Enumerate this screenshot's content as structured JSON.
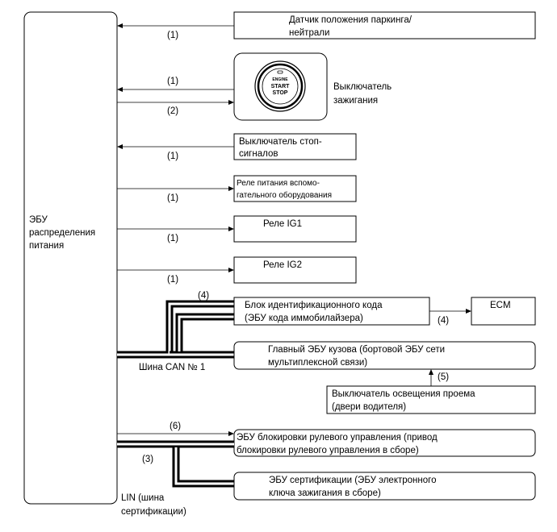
{
  "ecu_main": {
    "lines": [
      "ЭБУ",
      "распределения",
      "питания"
    ]
  },
  "park_sensor": {
    "lines": [
      "Датчик положения паркинга/",
      "нейтрали"
    ],
    "signal": "(1)"
  },
  "ignition_switch": {
    "lines": [
      "Выключатель",
      "зажигания"
    ],
    "button_text": [
      "ENGINE",
      "START",
      "STOP"
    ],
    "signal_in": "(1)",
    "signal_out": "(2)"
  },
  "stop_switch": {
    "lines": [
      "Выключатель стоп-",
      "сигналов"
    ],
    "signal": "(1)"
  },
  "acc_relay": {
    "lines": [
      "Реле питания вспомо-",
      "гательного оборудования"
    ],
    "signal": "(1)"
  },
  "ig1_relay": {
    "label": "Реле IG1",
    "signal": "(1)"
  },
  "ig2_relay": {
    "label": "Реле IG2",
    "signal": "(1)"
  },
  "immobilizer": {
    "lines": [
      "Блок идентификационного кода",
      "(ЭБУ кода иммобилайзера)"
    ],
    "signal": "(4)"
  },
  "ecm": {
    "label": "ECM",
    "signal": "(4)"
  },
  "body_ecu": {
    "lines": [
      "Главный ЭБУ кузова (бортовой ЭБУ сети",
      "мультиплексной связи)"
    ]
  },
  "can_bus": {
    "label": "Шина CAN № 1"
  },
  "door_switch": {
    "lines": [
      "Выключатель освещения проема",
      "(двери водителя)"
    ],
    "signal": "(5)"
  },
  "steering_lock": {
    "lines": [
      "ЭБУ блокировки рулевого управления (привод",
      "блокировки рулевого управления в сборе)"
    ],
    "signal": "(6)"
  },
  "lin_bus": {
    "signal": "(3)",
    "lines": [
      "LIN (шина",
      "сертификации)"
    ]
  },
  "cert_ecu": {
    "lines": [
      "ЭБУ сертификации (ЭБУ электронного",
      "ключа зажигания в сборе)"
    ]
  }
}
